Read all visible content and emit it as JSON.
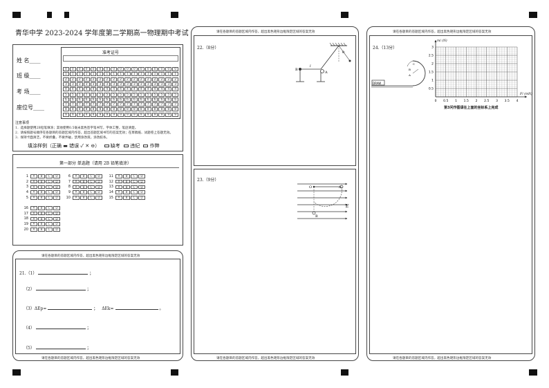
{
  "title": "青华中学 2023-2024 学年度第二学期高一物理期中考试",
  "student": {
    "name_label": "姓  名____",
    "class_label": "班  级____",
    "room_label": "考  场____",
    "seat_label": "座位号____",
    "ticket_title": "准考证号",
    "digits": [
      "0",
      "1",
      "2",
      "3",
      "4",
      "5",
      "6",
      "7",
      "8",
      "9"
    ]
  },
  "notes": {
    "heading": "注意事项",
    "items": [
      "1．选择题使用2B铅笔填涂；其他使用0.5毫米黑色签字笔书写，字体工整，笔迹清楚。",
      "2．请按照题号顺序在各题目的答题区域内作答，超出答题区域书写的答案无效；在草稿纸、试题卷上答题无效。",
      "3．保持卡面清洁，不要折叠，不要弄破，禁用涂改液，涂改胶条。"
    ],
    "fill_sample": "填涂样例（正确 ▬ 错误 ✓ ✕ ⊖）",
    "absent": "缺考",
    "violation": "违纪",
    "cheat": "作弊"
  },
  "section1": {
    "title": "第一部分 单选题（请用 2B 铅笔填涂）",
    "options": [
      "A",
      "B",
      "C",
      "D"
    ],
    "questions": [
      "1",
      "2",
      "3",
      "4",
      "5",
      "6",
      "7",
      "8",
      "9",
      "10",
      "11",
      "12",
      "13",
      "14",
      "15",
      "16",
      "17",
      "18",
      "19",
      "20"
    ]
  },
  "warning": "请在各题目的答题区域内作答，超出黑色矩形边框限定区域的答案无效",
  "q21": {
    "label": "21.（1）",
    "p2": "（2）",
    "p3a": "（3）ΔEp=",
    "p3b": "ΔEk=",
    "p4": "（4）",
    "p5": "（5）",
    "semi": "；",
    "period": "。"
  },
  "q22": {
    "label": "22.（8分）",
    "fig_B": "B",
    "fig_A": "A",
    "fig_l": "l",
    "fig_theta": "θ"
  },
  "q23": {
    "label": "23.（9分）",
    "fig_O": "O",
    "fig_A": "A",
    "fig_B": "B",
    "fig_E": "E"
  },
  "q24": {
    "label": "24.（13分）",
    "y_axis_label": "m/ (N)",
    "x_axis_label": "F/ (mN)",
    "y_ticks": [
      "3",
      "2.5",
      "2",
      "1.5",
      "1",
      "0.5"
    ],
    "x_ticks": [
      "0",
      "0.5",
      "1",
      "1.5",
      "2",
      "2.5",
      "3",
      "3.5",
      "4"
    ],
    "caption": "第3问作图请在上面的坐标系上完成",
    "fig_A": "A",
    "fig_B": "B",
    "fig_C": "C",
    "fig_car": "DRAW"
  }
}
